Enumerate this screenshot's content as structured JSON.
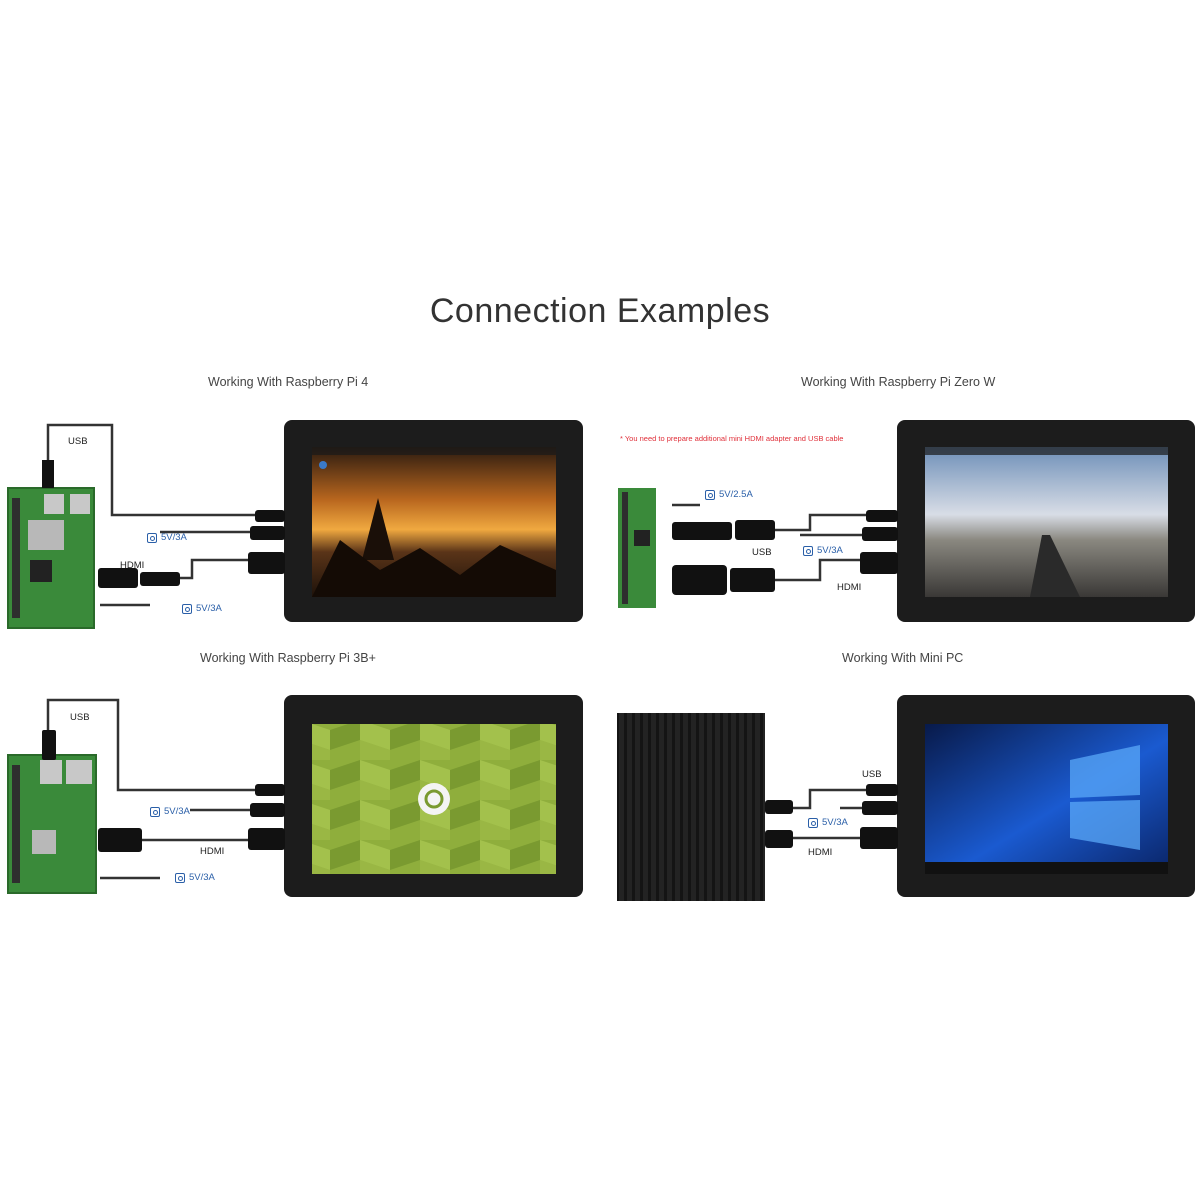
{
  "title": "Connection Examples",
  "sections": [
    {
      "title": "Working With Raspberry Pi 4",
      "labels": {
        "usb": "USB",
        "power_display": "5V/3A",
        "hdmi": "HDMI",
        "power_board": "5V/3A"
      }
    },
    {
      "title": "Working With Raspberry Pi Zero W",
      "note": "* You need to prepare additional mini HDMI adapter and USB cable",
      "labels": {
        "power_board": "5V/2.5A",
        "usb": "USB",
        "power_display": "5V/3A",
        "hdmi": "HDMI"
      }
    },
    {
      "title": "Working With Raspberry Pi 3B+",
      "labels": {
        "usb": "USB",
        "power_display": "5V/3A",
        "hdmi": "HDMI",
        "power_board": "5V/3A"
      }
    },
    {
      "title": "Working With Mini PC",
      "labels": {
        "usb": "USB",
        "power_display": "5V/3A",
        "hdmi": "HDMI"
      }
    }
  ],
  "colors": {
    "power_label": "#2a5fa8",
    "note": "#e0303a",
    "display_bezel": "#1c1c1c",
    "board_green": "#3a8a3a"
  }
}
